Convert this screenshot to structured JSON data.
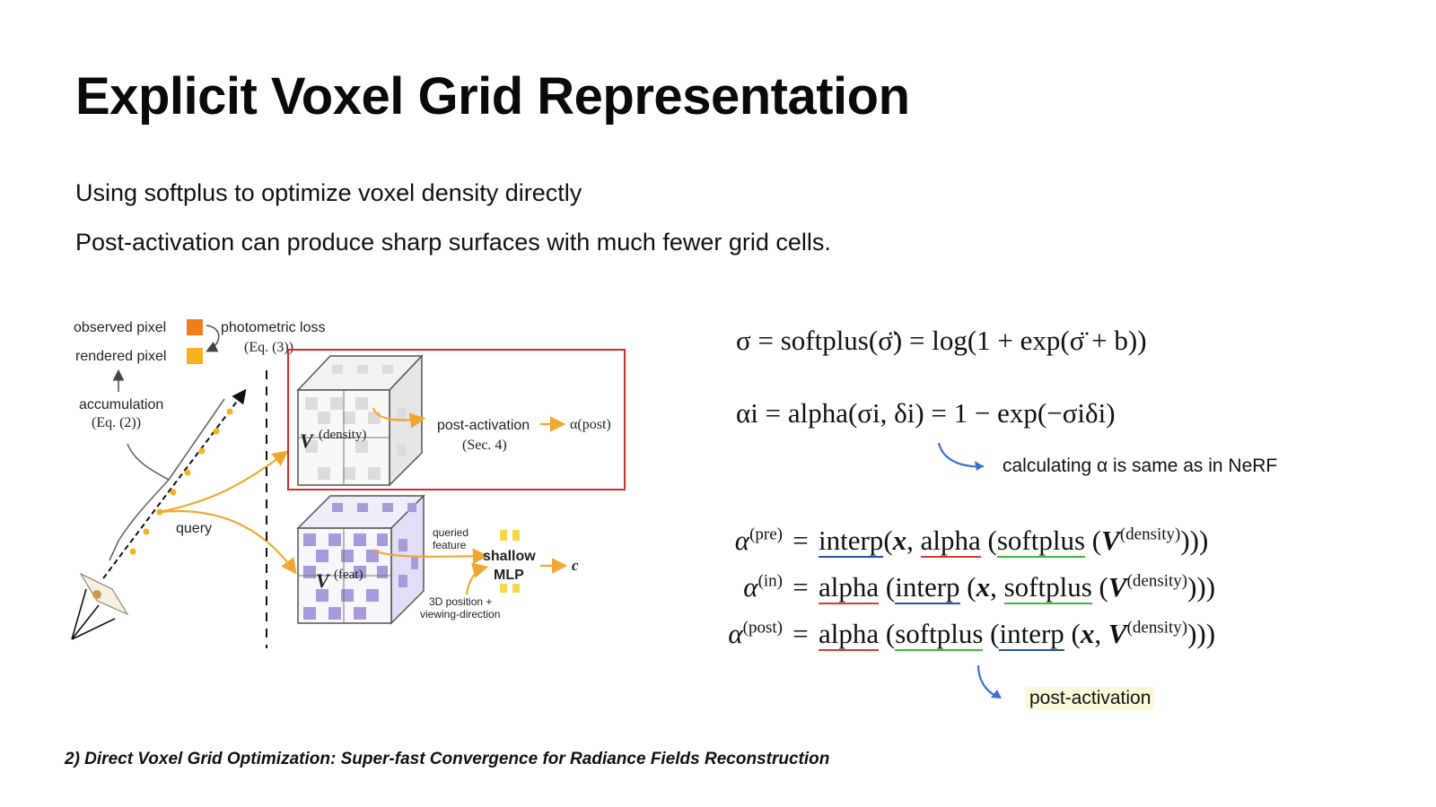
{
  "slide": {
    "title": "Explicit Voxel Grid Representation",
    "bullets": [
      "Using softplus to optimize voxel density directly",
      "Post-activation can produce sharp surfaces with much fewer grid cells."
    ],
    "footnote": "2) Direct Voxel Grid Optimization: Super-fast Convergence for Radiance Fields Reconstruction"
  },
  "figure": {
    "observed_pixel": "observed pixel",
    "rendered_pixel": "rendered pixel",
    "photometric_loss": "photometric loss",
    "photometric_ref": "(Eq. (3))",
    "accumulation": "accumulation",
    "accumulation_ref": "(Eq. (2))",
    "query": "query",
    "density_grid": "V(density)",
    "feat_grid": "V(feat)",
    "post_activation": "post-activation",
    "post_activation_ref": "(Sec. 4)",
    "alpha_post": "α(post)",
    "queried_feature_1": "queried",
    "queried_feature_2": "feature",
    "shallow": "shallow",
    "mlp": "MLP",
    "color_output": "c",
    "position_1": "3D position +",
    "position_2": "viewing-direction",
    "colors": {
      "orange": "#f07f1a",
      "yellow": "#f7b21f",
      "red_box": "#d42a2a",
      "purple": "#a99bd9",
      "arrow": "#f0a830"
    }
  },
  "equations": {
    "softplus": "σ = softplus(σ̈) = log(1 + exp(σ̈ + b))",
    "alpha": "αi = alpha(σi, δi) = 1 − exp(−σiδi)",
    "note_alpha": "calculating α is same as in NeRF",
    "variants": [
      {
        "lhs": "α",
        "sup": "(pre)",
        "parts": [
          "interp",
          "(",
          "x",
          ", ",
          "alpha",
          " (",
          "softplus",
          " (",
          "V",
          "(density)",
          ")))"
        ]
      },
      {
        "lhs": "α",
        "sup": "(in)",
        "parts": [
          "alpha",
          " (",
          "interp",
          " (",
          "x",
          ", ",
          "softplus",
          " (",
          "V",
          "(density)",
          ")))"
        ]
      },
      {
        "lhs": "α",
        "sup": "(post)",
        "parts": [
          "alpha",
          " (",
          "softplus",
          " (",
          "interp",
          " (",
          "x",
          ", ",
          "V",
          "(density)",
          ")))"
        ]
      }
    ],
    "note_post": "post-activation",
    "underline_colors": {
      "interp": "#2a4fb5",
      "alpha": "#d43a3a",
      "softplus": "#3fb83f"
    }
  }
}
